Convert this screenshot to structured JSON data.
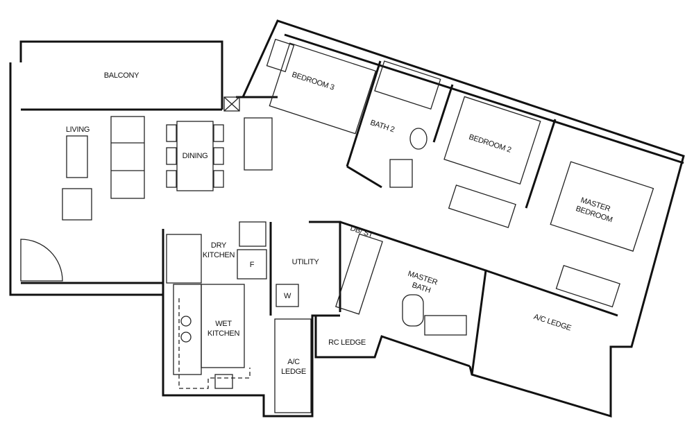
{
  "rooms": {
    "balcony": "BALCONY",
    "living": "LIVING",
    "dining": "DINING",
    "bedroom3": "BEDROOM 3",
    "bath2": "BATH 2",
    "bedroom2": "BEDROOM 2",
    "master_bedroom_1": "MASTER",
    "master_bedroom_2": "BEDROOM",
    "dry_kitchen_1": "DRY",
    "dry_kitchen_2": "KITCHEN",
    "fridge": "F",
    "utility": "UTILITY",
    "washer": "W",
    "db_st": "DB/ ST",
    "master_bath_1": "MASTER",
    "master_bath_2": "BATH",
    "wet_kitchen_1": "WET",
    "wet_kitchen_2": "KITCHEN",
    "rc_ledge": "RC LEDGE",
    "ac_ledge_left_1": "A/C",
    "ac_ledge_left_2": "LEDGE",
    "ac_ledge_right": "A/C LEDGE"
  }
}
